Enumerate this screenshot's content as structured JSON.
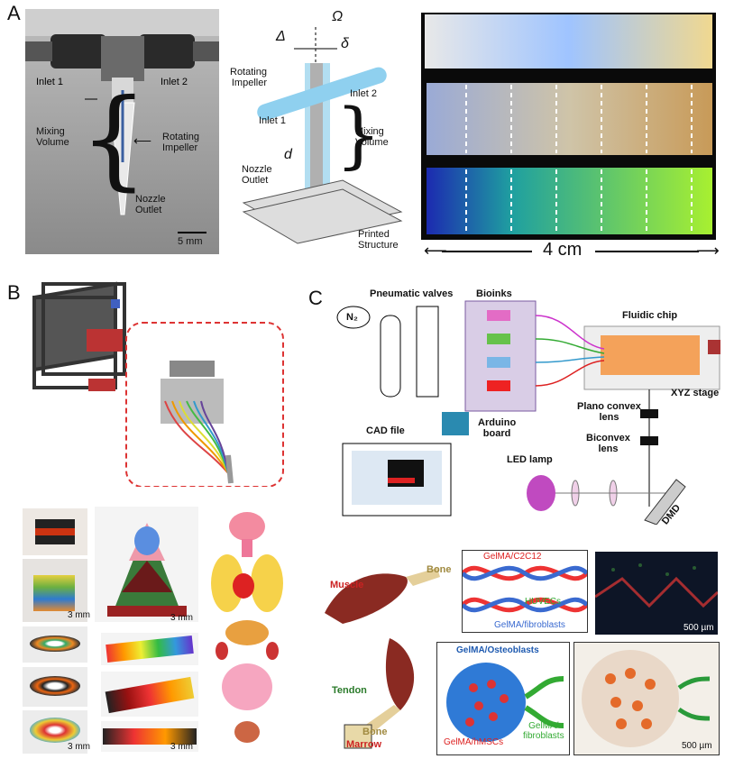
{
  "panels": {
    "a": {
      "letter": "A",
      "photo": {
        "inlet1": "Inlet 1",
        "inlet2": "Inlet 2",
        "mixing_volume": "Mixing\nVolume",
        "rotating_impeller": "Rotating\nImpeller",
        "nozzle_outlet": "Nozzle\nOutlet",
        "scale_bar": "5 mm"
      },
      "schematic": {
        "omega": "Ω",
        "delta_cap": "Δ",
        "delta_small": "δ",
        "rotating_impeller": "Rotating\nImpeller",
        "inlet2": "Inlet 2",
        "inlet1": "Inlet 1",
        "mixing_volume": "Mixing\nVolume",
        "d": "d",
        "nozzle_outlet": "Nozzle\nOutlet",
        "printed_structure": "Printed\nStructure"
      },
      "samples": {
        "scale_label": "4 cm"
      }
    },
    "b": {
      "letter": "B",
      "scale_bars": [
        "3 mm",
        "3 mm",
        "3 mm",
        "3 mm"
      ]
    },
    "c": {
      "letter": "C",
      "labels": {
        "pneumatic_valves": "Pneumatic valves",
        "bioinks": "Bioinks",
        "n2": "N₂",
        "fluidic_chip": "Fluidic chip",
        "xyz_stage": "XYZ stage",
        "plano_convex": "Plano convex\nlens",
        "biconvex": "Biconvex\nlens",
        "cad_file": "CAD file",
        "arduino": "Arduino\nboard",
        "led_lamp": "LED lamp",
        "dmd": "DMD"
      },
      "muscle": {
        "muscle": "Muscle",
        "bone": "Bone",
        "c2c12": "GelMA/C2C12",
        "huvecs": "HUVECs",
        "fibroblasts": "GelMA/fibroblasts",
        "scale": "500 µm"
      },
      "tendon": {
        "tendon": "Tendon",
        "bone": "Bone",
        "marrow": "Marrow",
        "osteoblasts": "GelMA/Osteoblasts",
        "hmscs": "GelMA/hMSCs",
        "fibroblasts": "GelMA/\nfibroblasts",
        "scale": "500 µm"
      }
    }
  }
}
